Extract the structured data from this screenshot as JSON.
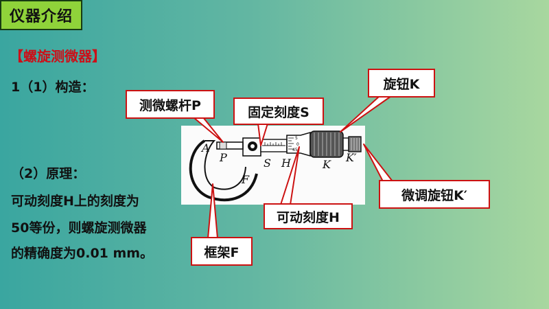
{
  "header": {
    "title": "仪器介绍"
  },
  "section": {
    "heading": "【螺旋测微器】"
  },
  "text": {
    "structure": "1（1）构造：",
    "principle": "（2）原理：",
    "p1": "可动刻度H上的刻度为",
    "p2": "50等份，则螺旋测微器",
    "p3": "的精确度为0.01 mm。"
  },
  "callouts": {
    "p": "测微螺杆P",
    "s": "固定刻度S",
    "k": "旋钮K",
    "kp": "微调旋钮K′",
    "h": "可动刻度H",
    "f": "框架F"
  },
  "diagram_labels": {
    "a": "A",
    "p": "P",
    "s": "S",
    "h": "H",
    "k": "K",
    "kp": "K′",
    "f": "F"
  },
  "scale_marks": [
    "5",
    "0",
    "45"
  ],
  "colors": {
    "accent": "#cc1111",
    "title_bg": "#8fd33a"
  }
}
